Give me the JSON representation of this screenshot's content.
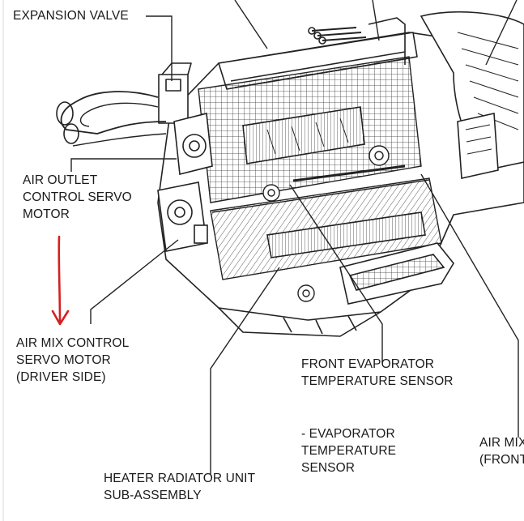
{
  "labels": {
    "expansion_valve": "EXPANSION VALVE",
    "air_outlet_servo": [
      "AIR OUTLET",
      "CONTROL SERVO",
      "MOTOR"
    ],
    "air_mix_driver": [
      "AIR MIX CONTROL",
      "SERVO MOTOR",
      "(DRIVER SIDE)"
    ],
    "front_evap_sensor": [
      "FRONT EVAPORATOR",
      "TEMPERATURE SENSOR"
    ],
    "evap_sensor": [
      "- EVAPORATOR",
      "TEMPERATURE",
      "SENSOR"
    ],
    "heater_radiator": [
      "HEATER RADIATOR UNIT",
      "SUB-ASSEMBLY"
    ],
    "air_mix_front": [
      "AIR MIX",
      "(FRONT"
    ]
  },
  "colors": {
    "line": "#222222",
    "annotation_arrow": "#d42020",
    "text": "#1a1a1a",
    "background": "#ffffff"
  }
}
